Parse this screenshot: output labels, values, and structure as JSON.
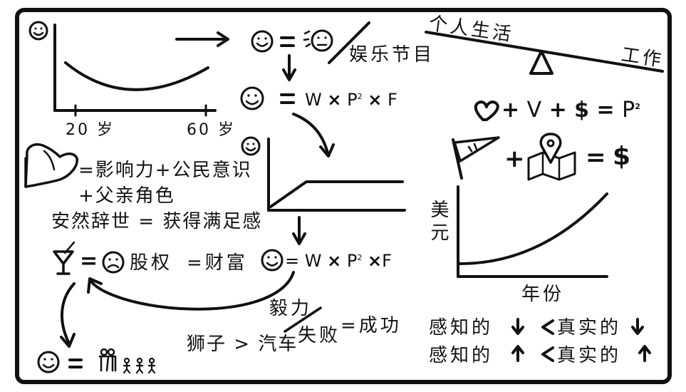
{
  "axis_left": {
    "x_start": "20 岁",
    "x_end": "60 岁"
  },
  "entertainment_label": "娱乐节目",
  "formula_1": {
    "w": "W",
    "times": "×",
    "p": "P",
    "exp": "2",
    "f": "F"
  },
  "formula_2": {
    "w": "W",
    "times": "×",
    "p": "P",
    "exp": "2",
    "f": "F"
  },
  "seesaw": {
    "left": "个人生活",
    "right": "工作"
  },
  "love_formula": {
    "plus": "+",
    "v": "V",
    "dollar": "$",
    "p": "P",
    "exp": "2"
  },
  "map_formula": {
    "plus": "+",
    "result": "$"
  },
  "influence_formula": {
    "line1": "=影响力+公民意识",
    "line2": "+父亲角色",
    "line3": "安然辞世 = 获得满足感"
  },
  "wealth_formula": {
    "equity": "股权",
    "wealth": "=财富"
  },
  "grit_label": "毅力",
  "success_formula": {
    "lion_car": "狮子 > 汽车",
    "failure": "失败",
    "success": "=成功"
  },
  "right_chart": {
    "ylabel": "美元",
    "xlabel": "年份"
  },
  "perception": {
    "row1": {
      "label": "感知的",
      "relation": "真实的"
    },
    "row2": {
      "label": "感知的",
      "relation": "真实的"
    }
  },
  "colors": {
    "ink": "#111111",
    "background": "#ffffff"
  }
}
